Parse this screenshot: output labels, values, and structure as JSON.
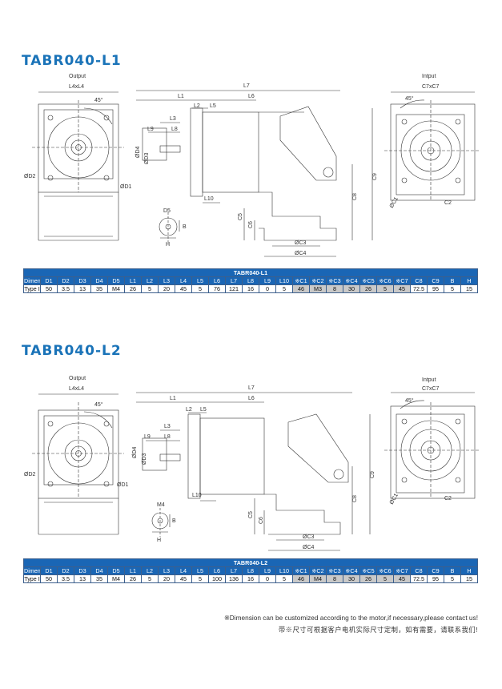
{
  "sections": [
    {
      "title": "TABR040-L1",
      "output_label": "Output",
      "input_label": "Intput",
      "output_dims": {
        "l4": "L4xL4",
        "angle": "45°",
        "d2": "ØD2",
        "d1": "ØD1"
      },
      "input_dims": {
        "c7": "C7xC7",
        "angle": "45°",
        "c1": "ØC1",
        "c2": "C2"
      },
      "side_dims": {
        "l7": "L7",
        "l1": "L1",
        "l6": "L6",
        "l2": "L2",
        "l5": "L5",
        "l3": "L3",
        "l8": "L8",
        "l9": "L9",
        "d3": "ØD3",
        "d4": "ØD4",
        "l10": "L10",
        "c8": "C8",
        "c9": "C9",
        "c5": "C5",
        "c6": "C6",
        "c3": "ØC3",
        "c4": "ØC4"
      },
      "shaft_dims": {
        "d5": "D5",
        "b": "B",
        "h": "H"
      },
      "table": {
        "caption": "TABR040-L1",
        "headers": [
          "Dimension",
          "D1",
          "D2",
          "D3",
          "D4",
          "D5",
          "L1",
          "L2",
          "L3",
          "L4",
          "L5",
          "L6",
          "L7",
          "L8",
          "L9",
          "L10",
          "※C1",
          "※C2",
          "※C3",
          "※C4",
          "※C5",
          "※C6",
          "※C7",
          "C8",
          "C9",
          "B",
          "H"
        ],
        "row": [
          "Type I",
          "50",
          "3.5",
          "13",
          "35",
          "M4",
          "26",
          "5",
          "20",
          "45",
          "5",
          "76",
          "121",
          "16",
          "0",
          "5",
          "46",
          "M3",
          "8",
          "30",
          "26",
          "5",
          "45",
          "72.5",
          "95",
          "5",
          "15"
        ]
      }
    },
    {
      "title": "TABR040-L2",
      "output_label": "Output",
      "input_label": "Intput",
      "output_dims": {
        "l4": "L4xL4",
        "angle": "45°",
        "d2": "ØD2",
        "d1": "ØD1"
      },
      "input_dims": {
        "c7": "C7xC7",
        "angle": "45°",
        "c1": "ØC1",
        "c2": "C2"
      },
      "side_dims": {
        "l7": "L7",
        "l1": "L1",
        "l6": "L6",
        "l2": "L2",
        "l5": "L5",
        "l3": "L3",
        "l8": "L8",
        "l9": "L9",
        "d3": "ØD3",
        "d4": "ØD4",
        "l10": "L10",
        "c8": "C8",
        "c9": "C9",
        "c5": "C5",
        "c6": "C6",
        "c3": "ØC3",
        "c4": "ØC4"
      },
      "shaft_dims": {
        "d5": "M4",
        "b": "B",
        "h": "H"
      },
      "table": {
        "caption": "TABR040-L2",
        "headers": [
          "Dimension",
          "D1",
          "D2",
          "D3",
          "D4",
          "D5",
          "L1",
          "L2",
          "L3",
          "L4",
          "L5",
          "L6",
          "L7",
          "L8",
          "L9",
          "L10",
          "※C1",
          "※C2",
          "※C3",
          "※C4",
          "※C5",
          "※C6",
          "※C7",
          "C8",
          "C9",
          "B",
          "H"
        ],
        "row": [
          "Type I",
          "50",
          "3.5",
          "13",
          "35",
          "M4",
          "26",
          "5",
          "20",
          "45",
          "5",
          "100",
          "136",
          "16",
          "0",
          "5",
          "46",
          "M4",
          "8",
          "30",
          "26",
          "5",
          "45",
          "72.5",
          "95",
          "5",
          "15"
        ]
      }
    }
  ],
  "footer": {
    "en": "※Dimension can be customized according to the motor,if necessary,please contact us!",
    "cn": "带※尺寸可根据客户电机实际尺寸定制，如有需要，请联系我们!"
  }
}
